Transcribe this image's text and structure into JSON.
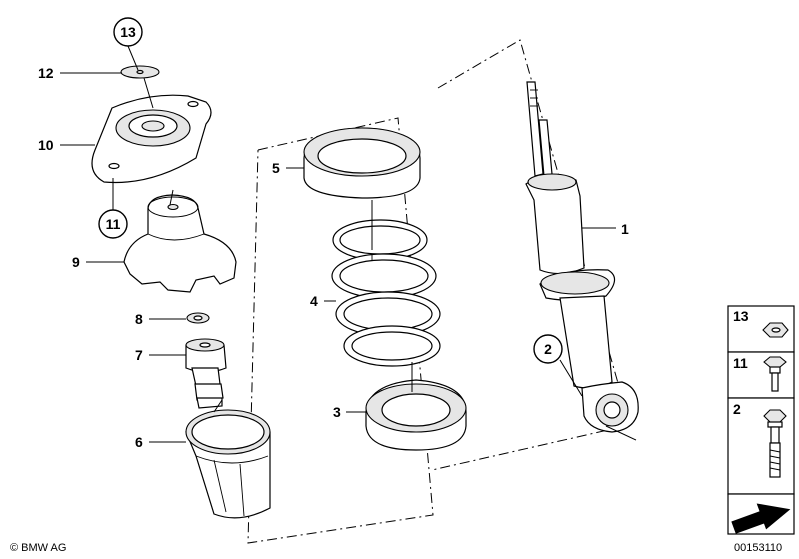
{
  "callouts": {
    "c1": "1",
    "c2": "2",
    "c3": "3",
    "c4": "4",
    "c5": "5",
    "c6": "6",
    "c7": "7",
    "c8": "8",
    "c9": "9",
    "c10": "10",
    "c11": "11",
    "c12": "12",
    "c13": "13"
  },
  "legend": {
    "item13": "13",
    "item11": "11",
    "item2": "2"
  },
  "footer": {
    "copyright": "© BMW AG",
    "image_number": "00153110"
  }
}
